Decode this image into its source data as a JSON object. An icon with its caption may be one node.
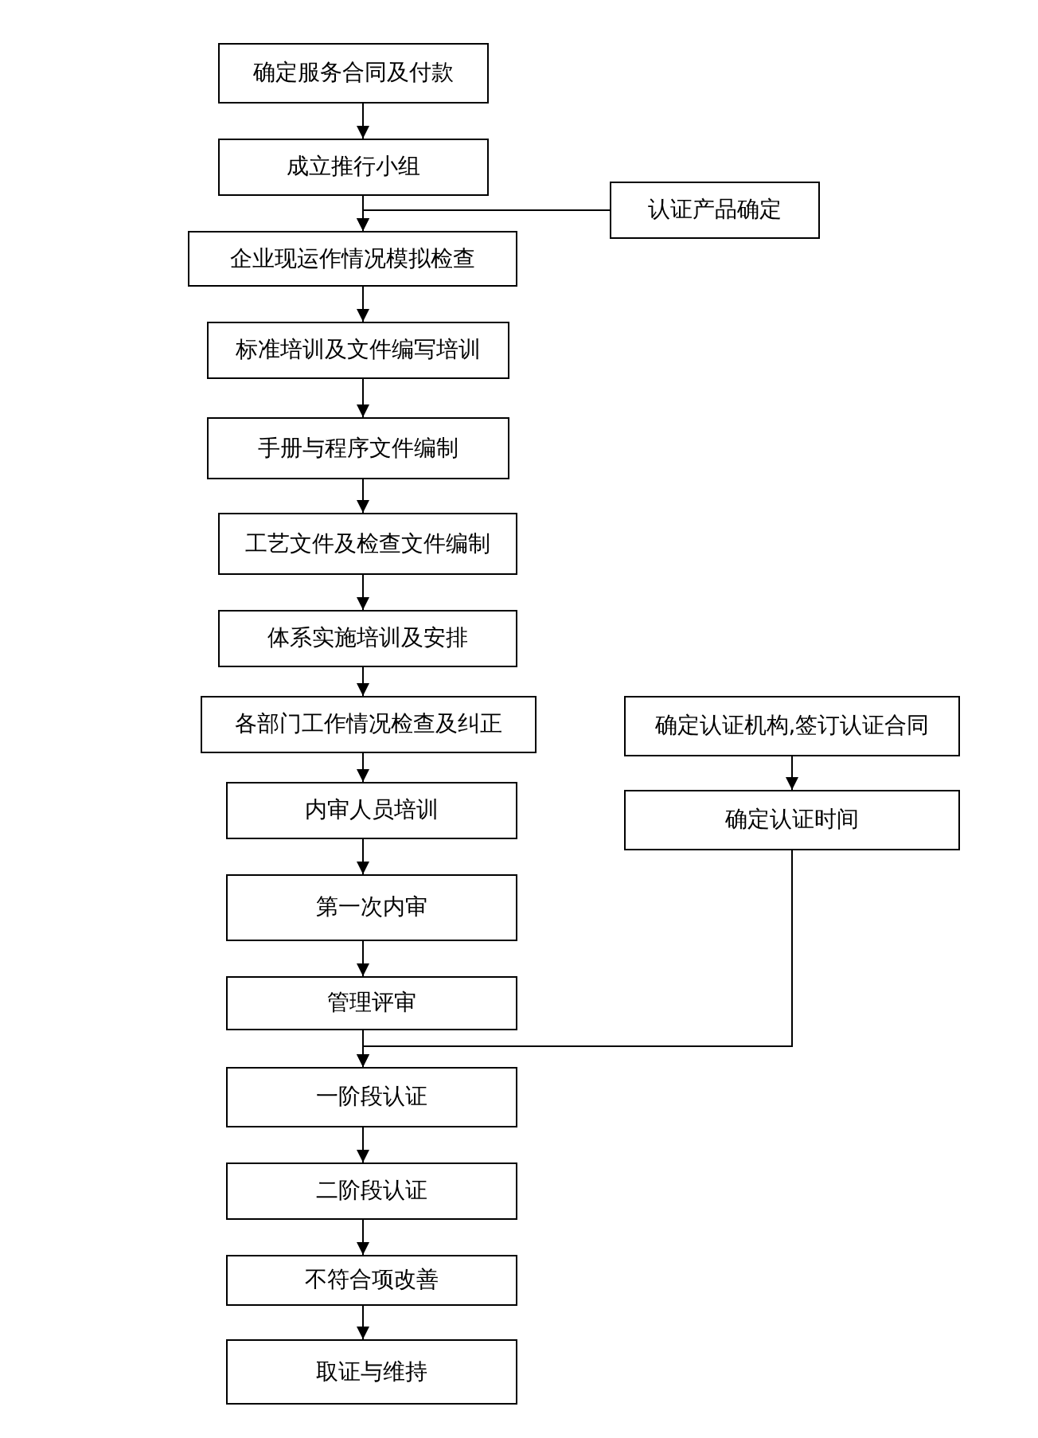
{
  "diagram": {
    "nodes": [
      {
        "text": [
          "确定服务合同及付款"
        ]
      },
      {
        "text": [
          "成立推行小组"
        ]
      },
      {
        "text": [
          "认证产品确定"
        ]
      },
      {
        "text": [
          "企业现运作情况模拟检查"
        ]
      },
      {
        "text": [
          "标准培训及文件编写培训"
        ]
      },
      {
        "text": [
          "手册与程序文件编制"
        ]
      },
      {
        "text": [
          "工艺文件及检查文件编制"
        ]
      },
      {
        "text": [
          "体系实施培训及安排"
        ]
      },
      {
        "text": [
          "各部门工作情况检查及纠正"
        ]
      },
      {
        "text": [
          "确定认证机构,签订认证合同"
        ]
      },
      {
        "text": [
          "确定认证时间"
        ]
      },
      {
        "text": [
          "内审人员培训"
        ]
      },
      {
        "text": [
          "第一次内审"
        ]
      },
      {
        "text": [
          "管理评审"
        ]
      },
      {
        "text": [
          "一阶段认证"
        ]
      },
      {
        "text": [
          "二阶段认证"
        ]
      },
      {
        "text": [
          "不符合项改善"
        ]
      },
      {
        "text": [
          "取证与维持"
        ]
      }
    ],
    "edges": [
      {
        "from": 0,
        "to": 1,
        "arrow": "to"
      },
      {
        "from": 1,
        "to": 3,
        "arrow": "to"
      },
      {
        "from": 2,
        "to": 3,
        "arrow": "to"
      },
      {
        "from": 3,
        "to": 4,
        "arrow": "to"
      },
      {
        "from": 4,
        "to": 5,
        "arrow": "to"
      },
      {
        "from": 5,
        "to": 6,
        "arrow": "to"
      },
      {
        "from": 6,
        "to": 7,
        "arrow": "to"
      },
      {
        "from": 7,
        "to": 8,
        "arrow": "to"
      },
      {
        "from": 8,
        "to": 11,
        "arrow": "to"
      },
      {
        "from": 9,
        "to": 10,
        "arrow": "to"
      },
      {
        "from": 11,
        "to": 12,
        "arrow": "to"
      },
      {
        "from": 12,
        "to": 13,
        "arrow": "to"
      },
      {
        "from": 13,
        "to": 14,
        "arrow": "to"
      },
      {
        "from": 10,
        "to": 14,
        "arrow": "to"
      },
      {
        "from": 14,
        "to": 15,
        "arrow": "to"
      },
      {
        "from": 15,
        "to": 16,
        "arrow": "to"
      },
      {
        "from": 16,
        "to": 17,
        "arrow": "to"
      }
    ]
  }
}
